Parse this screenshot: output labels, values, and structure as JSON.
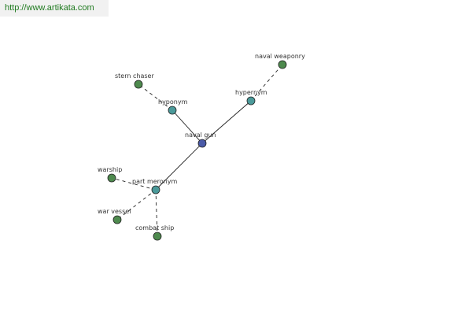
{
  "banner": {
    "url": "http://www.artikata.com"
  },
  "colors": {
    "center": "#4a5aa8",
    "relation": "#4b9a9a",
    "leaf": "#4e8a4e",
    "node_stroke": "#222222",
    "edge": "#222222"
  },
  "graph": {
    "nodes": [
      {
        "id": "naval_gun",
        "label": "naval gun",
        "kind": "center"
      },
      {
        "id": "hyponym",
        "label": "hyponym",
        "kind": "relation"
      },
      {
        "id": "hypernym",
        "label": "hypernym",
        "kind": "relation"
      },
      {
        "id": "part_meronym",
        "label": "part meronym",
        "kind": "relation"
      },
      {
        "id": "stern_chaser",
        "label": "stern chaser",
        "kind": "leaf"
      },
      {
        "id": "naval_weaponry",
        "label": "naval weaponry",
        "kind": "leaf"
      },
      {
        "id": "warship",
        "label": "warship",
        "kind": "leaf"
      },
      {
        "id": "war_vessel",
        "label": "war vessel",
        "kind": "leaf"
      },
      {
        "id": "combat_ship",
        "label": "combat ship",
        "kind": "leaf"
      }
    ],
    "edges": [
      {
        "from": "naval_gun",
        "to": "hyponym",
        "style": "solid"
      },
      {
        "from": "naval_gun",
        "to": "hypernym",
        "style": "solid"
      },
      {
        "from": "naval_gun",
        "to": "part_meronym",
        "style": "solid"
      },
      {
        "from": "hyponym",
        "to": "stern_chaser",
        "style": "dashed"
      },
      {
        "from": "hypernym",
        "to": "naval_weaponry",
        "style": "dashed"
      },
      {
        "from": "part_meronym",
        "to": "warship",
        "style": "dashed"
      },
      {
        "from": "part_meronym",
        "to": "war_vessel",
        "style": "dashed"
      },
      {
        "from": "part_meronym",
        "to": "combat_ship",
        "style": "dashed"
      }
    ]
  }
}
